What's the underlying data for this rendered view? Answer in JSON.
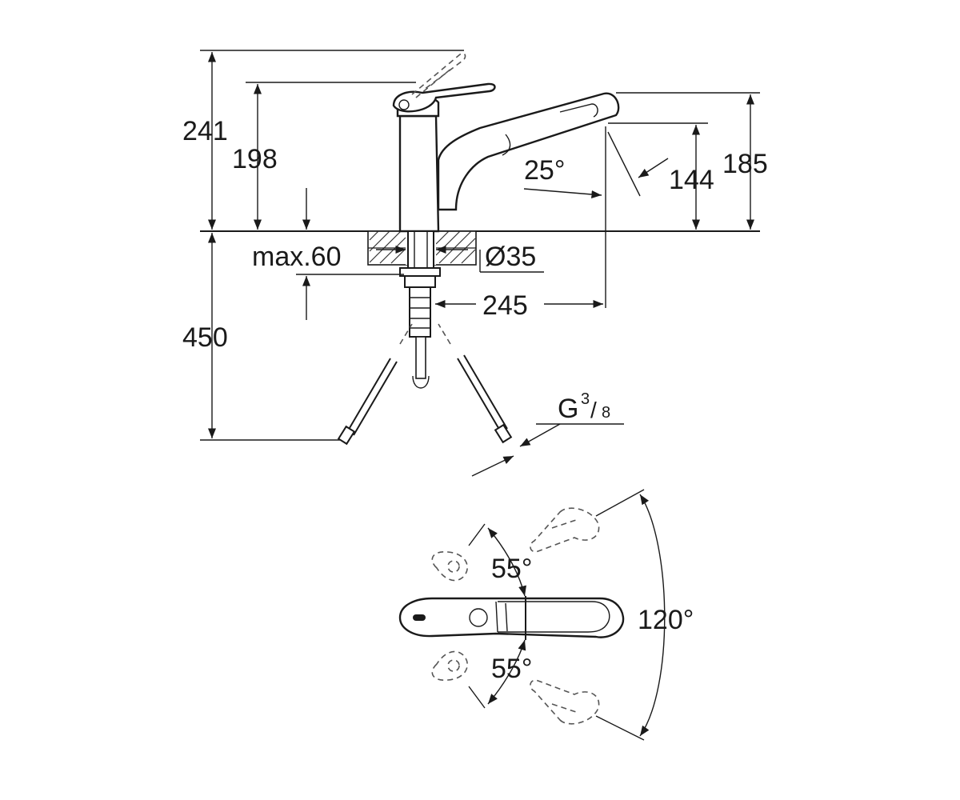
{
  "dimensions": {
    "d241": "241",
    "d198": "198",
    "d185": "185",
    "d144": "144",
    "angle25": "25°",
    "max60": "max.60",
    "dia35": "Ø35",
    "d245": "245",
    "d450": "450",
    "thread_main": "G",
    "thread_num": "3",
    "thread_den": "8",
    "angle55_top": "55°",
    "angle55_bottom": "55°",
    "angle120": "120°"
  },
  "colors": {
    "line": "#1a1a1a",
    "background": "#ffffff"
  }
}
